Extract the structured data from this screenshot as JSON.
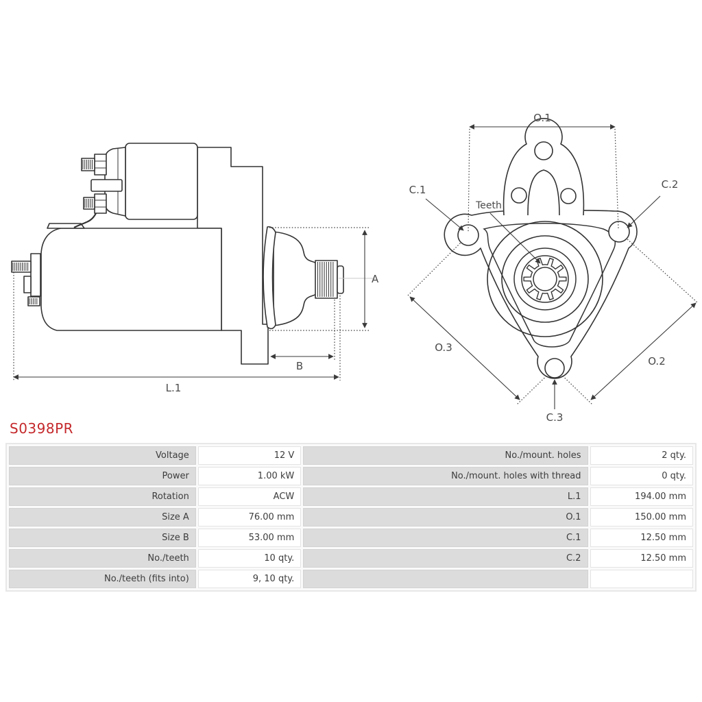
{
  "title": {
    "text": "S0398PR"
  },
  "colors": {
    "accent_red": "#c4282b",
    "label_cell_bg": "#dcdcdc",
    "value_cell_bg": "#ffffff",
    "drawing_line": "#333333",
    "table_text": "#3c3c3c"
  },
  "diagrams": {
    "side_view": {
      "description": "starter motor side profile with dimension arrows",
      "labels": {
        "a": "A",
        "b": "B",
        "l1": "L.1"
      }
    },
    "front_view": {
      "description": "starter motor mounting flange face with pinion gear",
      "labels": {
        "o1": "O.1",
        "o2": "O.2",
        "o3": "O.3",
        "c1": "C.1",
        "c2": "C.2",
        "c3": "C.3",
        "teeth": "Teeth"
      }
    }
  },
  "spec_table": {
    "rows": [
      {
        "label1": "Voltage",
        "value1": "12 V",
        "label2": "No./mount. holes",
        "value2": "2 qty."
      },
      {
        "label1": "Power",
        "value1": "1.00 kW",
        "label2": "No./mount. holes with thread",
        "value2": "0 qty."
      },
      {
        "label1": "Rotation",
        "value1": "ACW",
        "label2": "L.1",
        "value2": "194.00 mm"
      },
      {
        "label1": "Size A",
        "value1": "76.00 mm",
        "label2": "O.1",
        "value2": "150.00 mm"
      },
      {
        "label1": "Size B",
        "value1": "53.00 mm",
        "label2": "C.1",
        "value2": "12.50 mm"
      },
      {
        "label1": "No./teeth",
        "value1": "10 qty.",
        "label2": "C.2",
        "value2": "12.50 mm"
      },
      {
        "label1": "No./teeth (fits into)",
        "value1": "9, 10 qty.",
        "label2": "",
        "value2": ""
      }
    ]
  }
}
